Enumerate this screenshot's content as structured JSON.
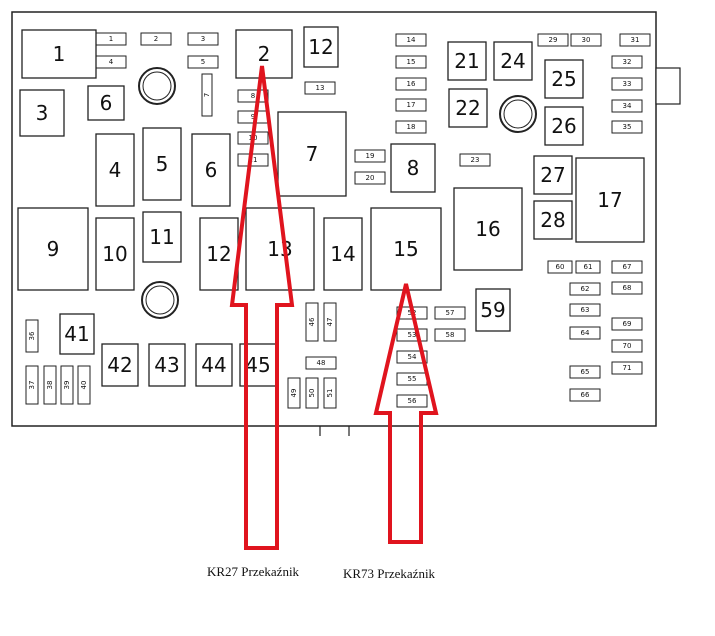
{
  "fuse_box": {
    "fuses": [
      {
        "id": "1"
      },
      {
        "id": "2"
      },
      {
        "id": "3"
      },
      {
        "id": "4"
      },
      {
        "id": "5"
      },
      {
        "id": "6"
      },
      {
        "id": "7"
      },
      {
        "id": "8"
      },
      {
        "id": "9"
      },
      {
        "id": "10"
      },
      {
        "id": "11"
      },
      {
        "id": "12"
      },
      {
        "id": "13"
      },
      {
        "id": "14"
      },
      {
        "id": "15"
      },
      {
        "id": "16"
      },
      {
        "id": "17"
      },
      {
        "id": "18"
      },
      {
        "id": "19"
      },
      {
        "id": "20"
      },
      {
        "id": "21"
      },
      {
        "id": "22"
      },
      {
        "id": "23"
      },
      {
        "id": "24"
      },
      {
        "id": "25"
      },
      {
        "id": "26"
      },
      {
        "id": "27"
      },
      {
        "id": "28"
      },
      {
        "id": "29"
      },
      {
        "id": "30"
      },
      {
        "id": "31"
      },
      {
        "id": "32"
      },
      {
        "id": "33"
      },
      {
        "id": "34"
      },
      {
        "id": "35"
      },
      {
        "id": "36"
      },
      {
        "id": "37"
      },
      {
        "id": "38"
      },
      {
        "id": "39"
      },
      {
        "id": "40"
      },
      {
        "id": "41"
      },
      {
        "id": "42"
      },
      {
        "id": "43"
      },
      {
        "id": "44"
      },
      {
        "id": "45"
      },
      {
        "id": "46"
      },
      {
        "id": "47"
      },
      {
        "id": "48"
      },
      {
        "id": "49"
      },
      {
        "id": "50"
      },
      {
        "id": "51"
      },
      {
        "id": "52"
      },
      {
        "id": "53"
      },
      {
        "id": "54"
      },
      {
        "id": "55"
      },
      {
        "id": "56"
      },
      {
        "id": "57"
      },
      {
        "id": "58"
      },
      {
        "id": "59"
      },
      {
        "id": "60"
      },
      {
        "id": "61"
      },
      {
        "id": "62"
      },
      {
        "id": "63"
      },
      {
        "id": "64"
      },
      {
        "id": "65"
      },
      {
        "id": "66"
      },
      {
        "id": "67"
      },
      {
        "id": "68"
      },
      {
        "id": "69"
      },
      {
        "id": "70"
      },
      {
        "id": "71"
      },
      {
        "id": "1"
      },
      {
        "id": "2"
      },
      {
        "id": "3"
      },
      {
        "id": "4"
      },
      {
        "id": "5"
      },
      {
        "id": "6"
      },
      {
        "id": "7"
      },
      {
        "id": "8"
      },
      {
        "id": "9"
      },
      {
        "id": "10"
      },
      {
        "id": "11"
      },
      {
        "id": "12"
      },
      {
        "id": "13"
      },
      {
        "id": "14"
      },
      {
        "id": "15"
      },
      {
        "id": "16"
      },
      {
        "id": "17"
      },
      {
        "id": "18"
      },
      {
        "id": "19"
      },
      {
        "id": "20"
      },
      {
        "id": "21"
      },
      {
        "id": "22"
      },
      {
        "id": "23"
      },
      {
        "id": "24"
      },
      {
        "id": "25"
      },
      {
        "id": "26"
      },
      {
        "id": "27"
      },
      {
        "id": "28"
      },
      {
        "id": "41"
      },
      {
        "id": "42"
      },
      {
        "id": "43"
      },
      {
        "id": "44"
      },
      {
        "id": "45"
      },
      {
        "id": "59"
      },
      {
        "id": "2"
      },
      {
        "id": "6"
      },
      {
        "id": "12"
      },
      {
        "id": "12"
      }
    ]
  },
  "arrows": [
    {
      "caption": "KR27 Przekaźnik",
      "color": "#e0141e"
    },
    {
      "caption": "KR73 Przekaźnik",
      "color": "#e0141e"
    }
  ]
}
